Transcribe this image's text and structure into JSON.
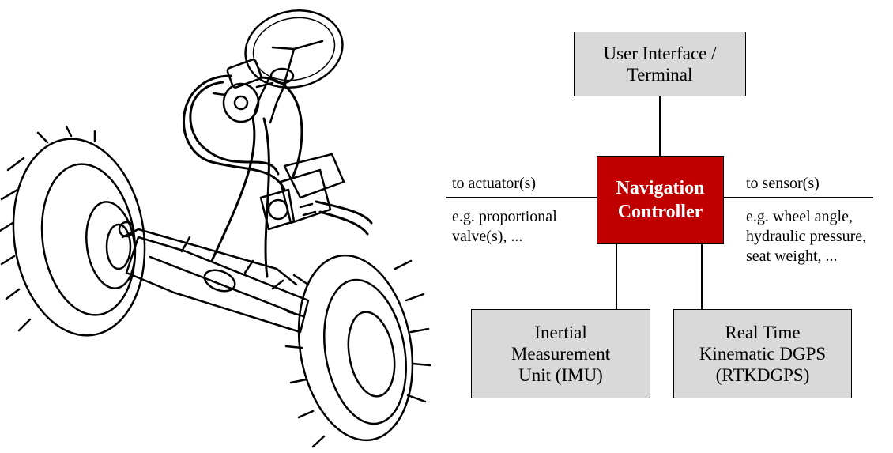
{
  "boxes": {
    "user_interface": "User Interface /\nTerminal",
    "navigation_controller": "Navigation\nController",
    "imu": "Inertial\nMeasurement\nUnit (IMU)",
    "rtkdgps": "Real Time\nKinematic DGPS\n(RTKDGPS)"
  },
  "labels": {
    "to_actuators": "to actuator(s)",
    "actuator_examples": "e.g. proportional\nvalve(s), ...",
    "to_sensors": "to sensor(s)",
    "sensor_examples": "e.g. wheel angle,\nhydraulic pressure,\nseat weight, ..."
  },
  "colors": {
    "controller_fill": "#c00000",
    "box_fill": "#d9d9d9"
  }
}
